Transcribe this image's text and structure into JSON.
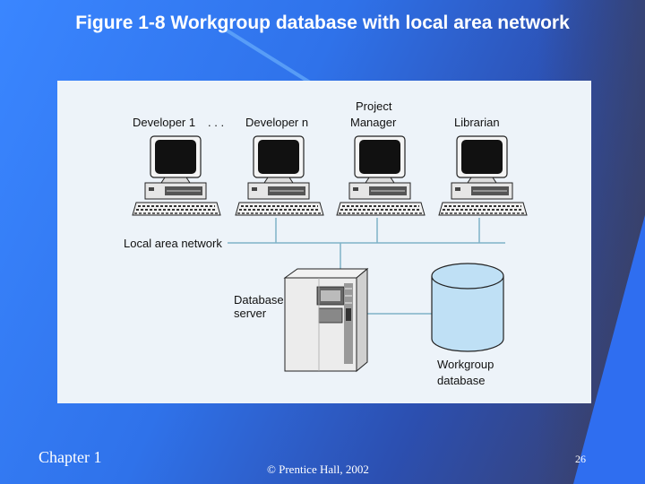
{
  "slide": {
    "title": "Figure 1-8 Workgroup database with local area network",
    "footer_left": "Chapter 1",
    "footer_center": "© Prentice Hall, 2002",
    "page_number": "26"
  },
  "diagram": {
    "workstations": [
      {
        "label_line1": "",
        "label_line2": "Developer 1"
      },
      {
        "label_line1": "",
        "label_line2": ". . ."
      },
      {
        "label_line1": "",
        "label_line2": "Developer n"
      },
      {
        "label_line1": "Project",
        "label_line2": "Manager"
      },
      {
        "label_line1": "",
        "label_line2": "Librarian"
      }
    ],
    "network_label": "Local area network",
    "server_label_line1": "Database",
    "server_label_line2": "server",
    "database_label_line1": "Workgroup",
    "database_label_line2": "database"
  },
  "colors": {
    "background": "#3a86ff",
    "panel": "#edf3f9",
    "network_line": "#7fb2c7",
    "database_fill": "#bfe0f5",
    "title_text": "#ffffff"
  }
}
